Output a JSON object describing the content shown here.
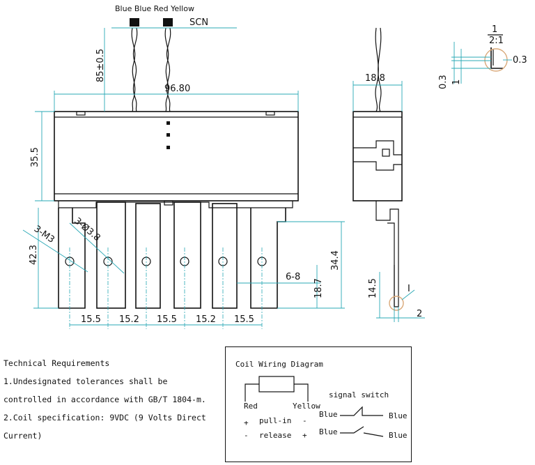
{
  "top_labels": {
    "wire_colors": "Blue Blue Red Yellow",
    "scn": "SCN"
  },
  "dimensions": {
    "wire_length": "85±0.5",
    "overall_width": "96.80",
    "body_height": "35.5",
    "thread": "3-M3",
    "holes": "3-Ø3.8",
    "terminal_height": "42.3",
    "terminal_height_right": "34.4",
    "spacing_1": "15.5",
    "spacing_2": "15.2",
    "spacing_3": "15.5",
    "spacing_4": "15.2",
    "spacing_5": "15.5",
    "slot_width": "6-8",
    "slot_height": "18.7",
    "side_width": "18.8",
    "side_terminal": "14.5",
    "side_thickness": "2",
    "detail_marker": "I",
    "detail_scale_num": "1",
    "detail_scale_den": "2:1",
    "detail_03_a": "0.3",
    "detail_03_b": "0.3",
    "detail_1": "1"
  },
  "technical_requirements": {
    "title": "Technical Requirements",
    "line1": "1.Undesignated tolerances shall be",
    "line2": "controlled in accordance with GB/T 1804-m.",
    "line3": "2.Coil specification: 9VDC (9 Volts Direct",
    "line4": "Current)"
  },
  "wiring_diagram": {
    "title": "Coil Wiring Diagram",
    "red": "Red",
    "yellow": "Yellow",
    "signal_switch": "signal switch",
    "plus1": "+",
    "pull_in": "pull-in",
    "minus1": "-",
    "minus2": "-",
    "release": "release",
    "plus2": "+",
    "blue_l1": "Blue",
    "blue_r1": "Blue",
    "blue_l2": "Blue",
    "blue_r2": "Blue"
  }
}
